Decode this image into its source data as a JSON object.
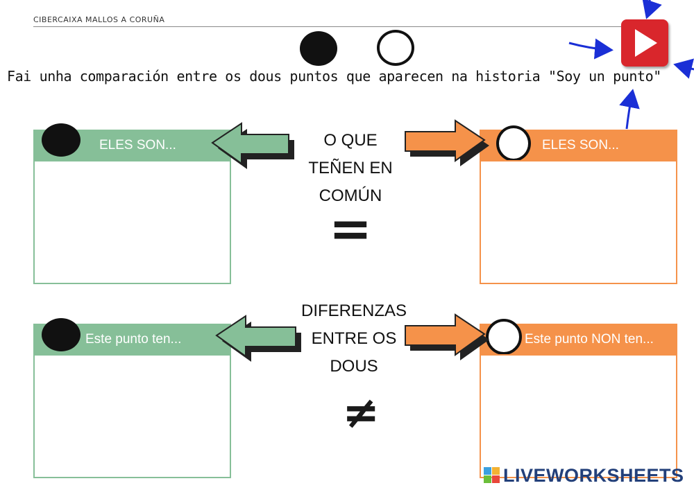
{
  "header": {
    "text": "CIBERCAIXA MALLOS A CORUÑA"
  },
  "instruction": "Fai unha comparación entre os dous puntos que aparecen na historia \"Soy un punto\"",
  "center_top": {
    "line1": "O QUE",
    "line2": "TEÑEN EN",
    "line3": "COMÚN",
    "symbol": "="
  },
  "center_bottom": {
    "line1": "DIFERENZAS",
    "line2": "ENTRE OS",
    "line3": "DOUS",
    "symbol": "≠"
  },
  "panels": {
    "top_left_label": "ELES SON...",
    "top_right_label": "ELES SON...",
    "bottom_left_label": "Este punto ten...",
    "bottom_right_label": "Este punto NON ten..."
  },
  "colors": {
    "green": "#86bf98",
    "orange": "#f5924a",
    "play_red": "#d9262c",
    "arrow_blue": "#1a2fd6"
  },
  "play_button": {
    "icon": "play-icon"
  },
  "logo": {
    "text": "LIVEWORKSHEETS"
  }
}
